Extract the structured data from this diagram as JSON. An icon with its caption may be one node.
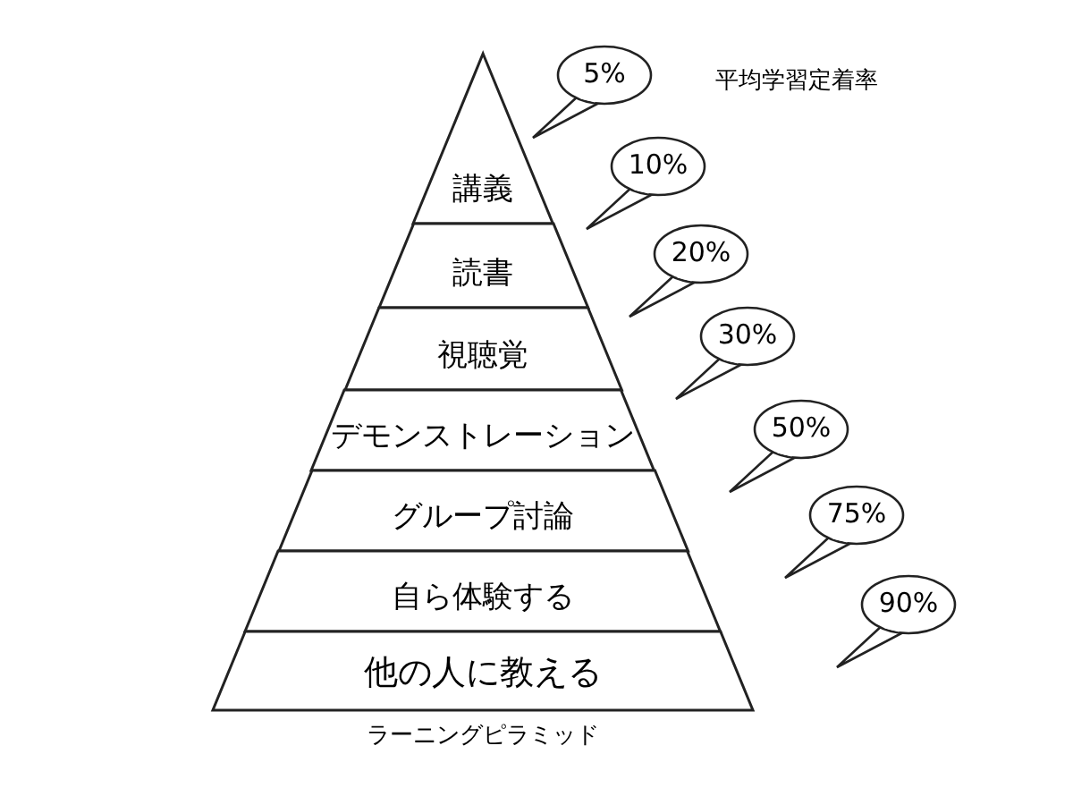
{
  "diagram": {
    "caption": "ラーニングピラミッド",
    "nodes": [
      {
        "text": [
          "講義"
        ]
      },
      {
        "text": [
          "読書"
        ]
      },
      {
        "text": [
          "視聴覚"
        ]
      },
      {
        "text": [
          "デモンストレーション"
        ]
      },
      {
        "text": [
          "グループ討論"
        ]
      },
      {
        "text": [
          "自ら体験する"
        ]
      },
      {
        "text": [
          "他の人に教える"
        ]
      },
      {
        "text": [
          "5%"
        ]
      },
      {
        "text": [
          "10%"
        ]
      },
      {
        "text": [
          "20%"
        ]
      },
      {
        "text": [
          "30%"
        ]
      },
      {
        "text": [
          "50%"
        ]
      },
      {
        "text": [
          "75%"
        ]
      },
      {
        "text": [
          "90%"
        ]
      }
    ],
    "labels": [
      "平均学習定着率"
    ]
  }
}
